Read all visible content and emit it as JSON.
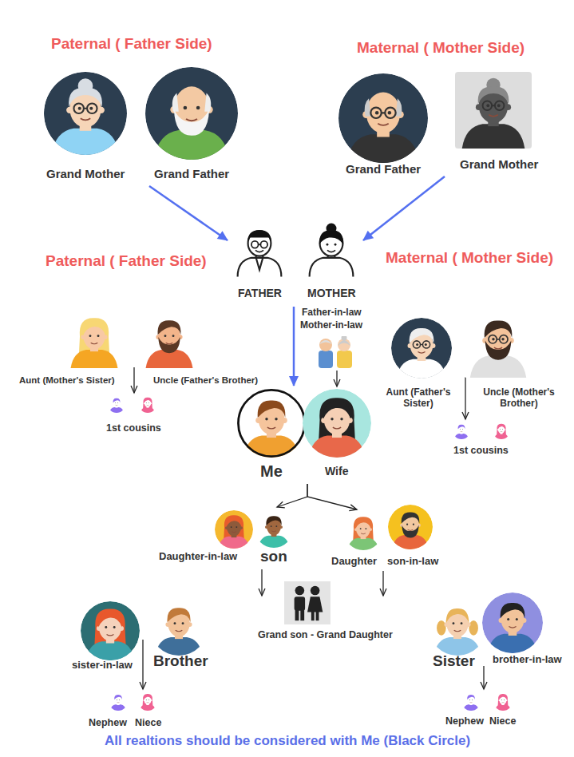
{
  "diagram": {
    "caption": "All realtions should be considered with Me (Black Circle)",
    "nodes": [
      {
        "text": [
          "Grand Mother"
        ]
      },
      {
        "text": [
          "Grand Father"
        ]
      },
      {
        "text": [
          "Grand Father"
        ]
      },
      {
        "text": [
          "Grand Mother"
        ]
      },
      {
        "text": [
          "FATHER"
        ]
      },
      {
        "text": [
          "MOTHER"
        ]
      },
      {
        "text": [
          "Father-in-law",
          "Mother-in-law"
        ]
      },
      {
        "text": [
          "Aunt (Mother's Sister)"
        ]
      },
      {
        "text": [
          "Uncle (Father's Brother)"
        ]
      },
      {
        "text": [
          "1st cousins"
        ]
      },
      {
        "text": [
          "Aunt (Father's Sister)"
        ]
      },
      {
        "text": [
          "Uncle (Mother's Brother)"
        ]
      },
      {
        "text": [
          "1st cousins"
        ]
      },
      {
        "text": [
          "Me"
        ]
      },
      {
        "text": [
          "Wife"
        ]
      },
      {
        "text": [
          "Daughter-in-law"
        ]
      },
      {
        "text": [
          "son"
        ]
      },
      {
        "text": [
          "Daughter"
        ]
      },
      {
        "text": [
          "son-in-law"
        ]
      },
      {
        "text": [
          "Grand son - Grand Daughter"
        ]
      },
      {
        "text": [
          "sister-in-law"
        ]
      },
      {
        "text": [
          "Brother"
        ]
      },
      {
        "text": [
          "Nephew",
          "Niece"
        ]
      },
      {
        "text": [
          "Sister"
        ]
      },
      {
        "text": [
          "brother-in-law"
        ]
      },
      {
        "text": [
          "Nephew",
          "Niece"
        ]
      }
    ],
    "edges": [
      {
        "from": 1,
        "to": 4,
        "arrow": "to"
      },
      {
        "from": 3,
        "to": 5,
        "arrow": "to"
      },
      {
        "from": 4,
        "to": 13,
        "arrow": "to"
      },
      {
        "from": 6,
        "to": 14,
        "arrow": "to"
      },
      {
        "from": 8,
        "to": 9,
        "arrow": "to"
      },
      {
        "from": 10,
        "to": 12,
        "arrow": "to"
      },
      {
        "from": 13,
        "to": 16,
        "arrow": "to"
      },
      {
        "from": 13,
        "to": 17,
        "arrow": "to"
      },
      {
        "from": 16,
        "to": 19,
        "arrow": "to"
      },
      {
        "from": 17,
        "to": 19,
        "arrow": "to"
      },
      {
        "from": 21,
        "to": 22,
        "arrow": "to"
      },
      {
        "from": 23,
        "to": 25,
        "arrow": "to"
      }
    ],
    "labels": [
      "Paternal ( Father Side)",
      "Maternal ( Mother Side)",
      "Paternal ( Father Side)",
      "Maternal ( Mother Side)"
    ]
  }
}
